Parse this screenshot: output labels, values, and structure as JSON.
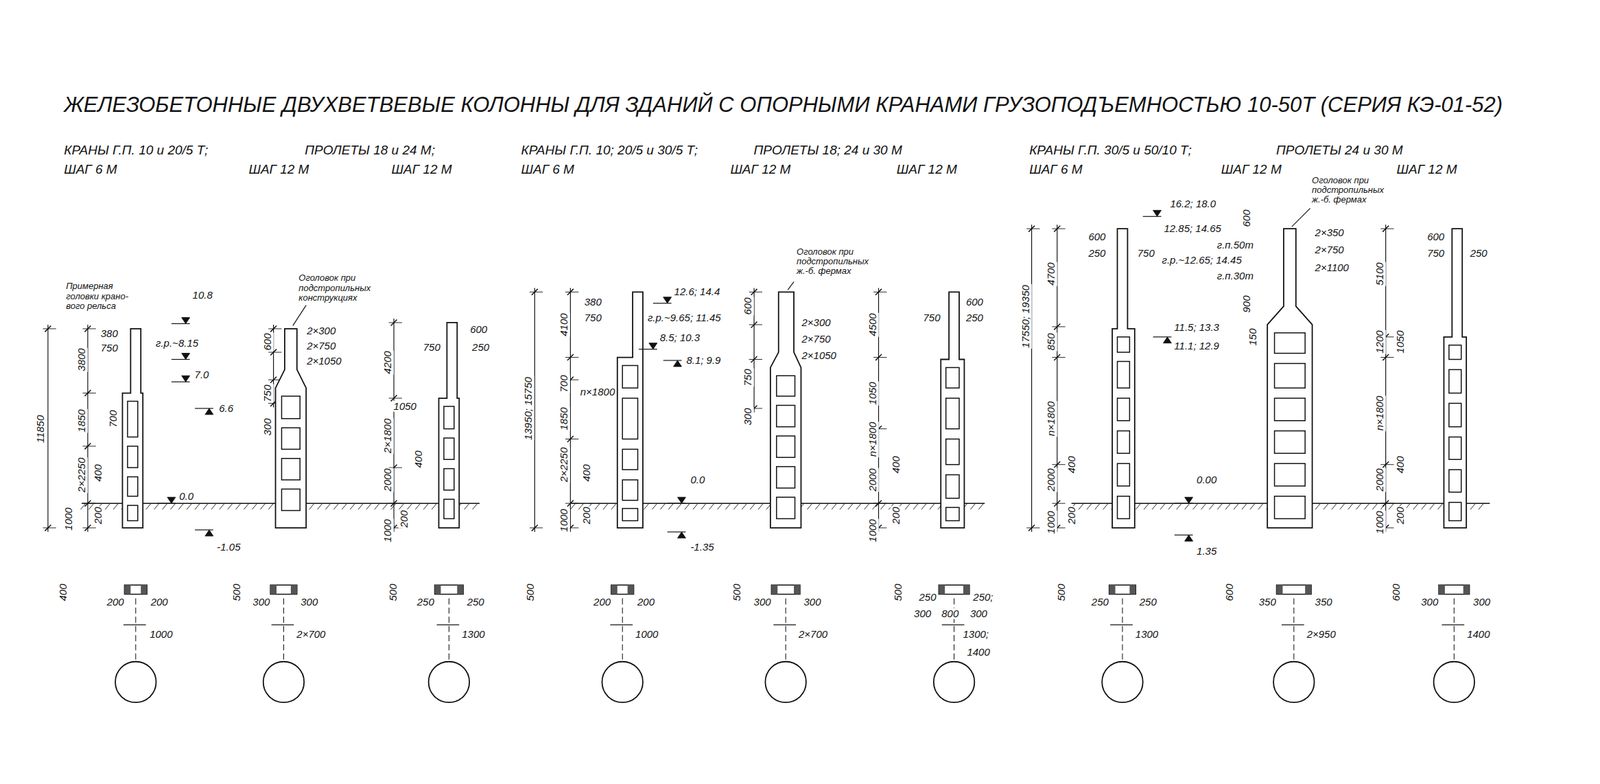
{
  "diagram": {
    "title": "ЖЕЛЕЗОБЕТОННЫЕ ДВУХВЕТВЕВЫЕ КОЛОННЫ ДЛЯ ЗДАНИЙ С ОПОРНЫМИ КРАНАМИ ГРУЗОПОДЪЕМНОСТЬЮ 10-50Т (СЕРИЯ КЭ-01-52)",
    "labels": [
      "КРАНЫ Г.П. 10 и 20/5 Т;",
      "ПРОЛЕТЫ 18 и 24 М;",
      "ШАГ 6 М",
      "ШАГ 12 М",
      "ШАГ 12 М",
      "КРАНЫ Г.П. 10; 20/5 и 30/5 Т;",
      "ПРОЛЕТЫ 18; 24 и 30 М",
      "ШАГ 6 М",
      "ШАГ 12 М",
      "ШАГ 12 М",
      "КРАНЫ Г.П. 30/5 и 50/10 Т;",
      "ПРОЛЕТЫ 24 и 30 М",
      "ШАГ 6 М",
      "ШАГ 12 М",
      "ШАГ 12 М",
      "Примерная головки крано- вого рельса",
      "10.8",
      "380",
      "750",
      "г.р.~8.15",
      "7.0",
      "6.6",
      "0.0",
      "-1.05",
      "11850",
      "3800",
      "1850",
      "700",
      "2×2250",
      "400",
      "1000",
      "200",
      "Оголовок при подстропильных конструкциях",
      "600",
      "2×300",
      "2×750",
      "2×1050",
      "750",
      "300",
      "4200",
      "600",
      "750",
      "250",
      "1050",
      "2×1800",
      "400",
      "2000",
      "1000",
      "200",
      "400",
      "200",
      "200",
      "1000",
      "500",
      "300",
      "300",
      "2×700",
      "500",
      "250",
      "250",
      "1300",
      "12.6; 14.4",
      "Оголовок при подстропильных ж.-б. фермах",
      "13950; 15750",
      "380",
      "750",
      "г.р.~9.65; 11.45",
      "8.5; 10.3",
      "8.1; 9.9",
      "4100",
      "700",
      "n×1800",
      "1850",
      "2×2250",
      "400",
      "1000",
      "200",
      "0.0",
      "-1.35",
      "600",
      "2×300",
      "2×750",
      "2×1050",
      "750",
      "300",
      "4500",
      "600",
      "750",
      "250",
      "1050",
      "n×1800",
      "400",
      "2000",
      "1000",
      "200",
      "500",
      "200",
      "200",
      "1000",
      "500",
      "300",
      "300",
      "2×700",
      "500",
      "250",
      "250;",
      "300",
      "800",
      "300",
      "1300;",
      "1400",
      "16.2; 18.0",
      "12.85; 14.65",
      "600",
      "Оголовок при подстропильных ж.-б. фермах",
      "2×350",
      "г.п.50т",
      "2×750",
      "г.р.~12.65; 14.45",
      "2×1100",
      "г.п.30т",
      "900",
      "11.5; 13.3",
      "150",
      "11.1; 12.9",
      "17550; 19350",
      "600",
      "250",
      "750",
      "4700",
      "850",
      "n×1800",
      "400",
      "2000",
      "1000",
      "200",
      "0.00",
      "1.35",
      "600",
      "750",
      "250",
      "5100",
      "1200",
      "1050",
      "n×1800",
      "400",
      "2000",
      "1000",
      "200",
      "500",
      "250",
      "250",
      "1300",
      "600",
      "350",
      "350",
      "2×950",
      "600",
      "300",
      "300",
      "1400"
    ]
  }
}
